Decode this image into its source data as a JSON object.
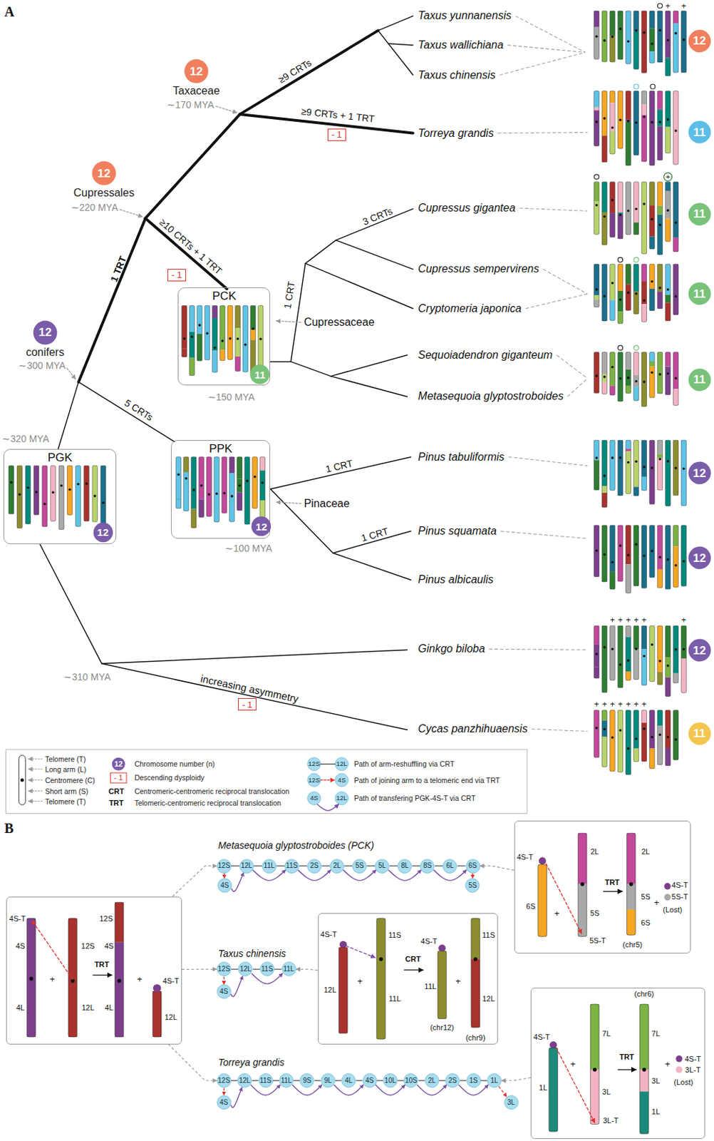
{
  "diagram": {
    "nodes": [
      {
        "text": [
          "12",
          "Taxaceae"
        ]
      },
      {
        "text": [
          "12"
        ]
      },
      {
        "text": [
          "11"
        ]
      },
      {
        "text": [
          "- 1"
        ]
      },
      {
        "text": [
          "12",
          "Cupressales"
        ]
      },
      {
        "text": [
          "11"
        ]
      },
      {
        "text": [
          "- 1"
        ]
      },
      {
        "text": [
          "11"
        ]
      },
      {
        "text": [
          "PCK"
        ]
      },
      {
        "text": [
          "11"
        ],
        "in": 8
      },
      {
        "text": [
          "12",
          "conifers"
        ]
      },
      {
        "text": [
          "11"
        ]
      },
      {
        "text": [
          "PPK"
        ]
      },
      {
        "text": [
          "12"
        ],
        "in": 12
      },
      {
        "text": [
          "PGK"
        ]
      },
      {
        "text": [
          "12"
        ],
        "in": 14
      },
      {
        "text": [
          "12"
        ]
      },
      {
        "text": [
          "12"
        ]
      },
      {
        "text": [
          "12"
        ]
      },
      {
        "text": [
          "- 1"
        ]
      },
      {
        "text": [
          "11"
        ]
      },
      {
        "text": [
          "4S-T",
          "6S",
          "+",
          "2L",
          "5S",
          "5S-T",
          "TRT",
          "2L",
          "5S",
          "6S",
          "(chr5)",
          "+",
          "4S-T",
          "5S-T",
          "(Lost)"
        ]
      },
      {
        "text": [
          "12S"
        ]
      },
      {
        "text": [
          "12L"
        ]
      },
      {
        "text": [
          "11L"
        ]
      },
      {
        "text": [
          "11S"
        ]
      },
      {
        "text": [
          "2S"
        ]
      },
      {
        "text": [
          "2L"
        ]
      },
      {
        "text": [
          "5S"
        ]
      },
      {
        "text": [
          "5L"
        ]
      },
      {
        "text": [
          "8L"
        ]
      },
      {
        "text": [
          "8S"
        ]
      },
      {
        "text": [
          "6L"
        ]
      },
      {
        "text": [
          "6S"
        ]
      },
      {
        "text": [
          "4S"
        ]
      },
      {
        "text": [
          "5S"
        ]
      },
      {
        "text": [
          "4S-T",
          "4S",
          "4L",
          "+",
          "12S",
          "12L",
          "TRT",
          "12S",
          "4S",
          "4L",
          "+",
          "4S-T",
          "12L"
        ]
      },
      {
        "text": [
          "4S-T",
          "12L",
          "+",
          "11S",
          "11L",
          "CRT",
          "4S-T",
          "11L",
          "(chr12)",
          "+",
          "11S",
          "12L",
          "(chr9)"
        ]
      },
      {
        "text": [
          "12S"
        ]
      },
      {
        "text": [
          "12L"
        ]
      },
      {
        "text": [
          "11S"
        ]
      },
      {
        "text": [
          "11L"
        ]
      },
      {
        "text": [
          "4S"
        ]
      },
      {
        "text": [
          "(chr6)",
          "4S-T",
          "1L",
          "+",
          "7L",
          "3L",
          "3L-T",
          "TRT",
          "7L",
          "3L",
          "1L",
          "+",
          "4S-T",
          "3L-T",
          "(Lost)"
        ]
      },
      {
        "text": [
          "12S"
        ]
      },
      {
        "text": [
          "12L"
        ]
      },
      {
        "text": [
          "11S"
        ]
      },
      {
        "text": [
          "11L"
        ]
      },
      {
        "text": [
          "9S"
        ]
      },
      {
        "text": [
          "9L"
        ]
      },
      {
        "text": [
          "4L"
        ]
      },
      {
        "text": [
          "4S"
        ]
      },
      {
        "text": [
          "10L"
        ]
      },
      {
        "text": [
          "10S"
        ]
      },
      {
        "text": [
          "2L"
        ]
      },
      {
        "text": [
          "2S"
        ]
      },
      {
        "text": [
          "1S"
        ]
      },
      {
        "text": [
          "1L"
        ]
      },
      {
        "text": [
          "4S"
        ]
      },
      {
        "text": [
          "3L"
        ]
      }
    ],
    "edges": [
      {
        "from": 22,
        "to": 23,
        "arrow": "none"
      },
      {
        "from": 23,
        "to": 24,
        "arrow": "none"
      },
      {
        "from": 24,
        "to": 25,
        "arrow": "none"
      },
      {
        "from": 25,
        "to": 26,
        "arrow": "none"
      },
      {
        "from": 26,
        "to": 27,
        "arrow": "none"
      },
      {
        "from": 27,
        "to": 28,
        "arrow": "none"
      },
      {
        "from": 28,
        "to": 29,
        "arrow": "none"
      },
      {
        "from": 29,
        "to": 30,
        "arrow": "none"
      },
      {
        "from": 30,
        "to": 31,
        "arrow": "none"
      },
      {
        "from": 31,
        "to": 32,
        "arrow": "none"
      },
      {
        "from": 32,
        "to": 33,
        "arrow": "none"
      },
      {
        "from": 22,
        "to": 34,
        "arrow": "to"
      },
      {
        "from": 33,
        "to": 35,
        "arrow": "to"
      },
      {
        "from": 34,
        "to": 23,
        "arrow": "to"
      },
      {
        "from": 23,
        "to": 25,
        "arrow": "to"
      },
      {
        "from": 25,
        "to": 27,
        "arrow": "to"
      },
      {
        "from": 27,
        "to": 29,
        "arrow": "to"
      },
      {
        "from": 29,
        "to": 31,
        "arrow": "to"
      },
      {
        "from": 31,
        "to": 33,
        "arrow": "to"
      },
      {
        "from": 38,
        "to": 39,
        "arrow": "none"
      },
      {
        "from": 39,
        "to": 40,
        "arrow": "none"
      },
      {
        "from": 40,
        "to": 41,
        "arrow": "none"
      },
      {
        "from": 38,
        "to": 42,
        "arrow": "to"
      },
      {
        "from": 42,
        "to": 39,
        "arrow": "to"
      },
      {
        "from": 39,
        "to": 41,
        "arrow": "to"
      },
      {
        "from": 44,
        "to": 45,
        "arrow": "none"
      },
      {
        "from": 45,
        "to": 46,
        "arrow": "none"
      },
      {
        "from": 46,
        "to": 47,
        "arrow": "none"
      },
      {
        "from": 47,
        "to": 48,
        "arrow": "none"
      },
      {
        "from": 48,
        "to": 49,
        "arrow": "none"
      },
      {
        "from": 49,
        "to": 50,
        "arrow": "none"
      },
      {
        "from": 50,
        "to": 51,
        "arrow": "none"
      },
      {
        "from": 51,
        "to": 52,
        "arrow": "none"
      },
      {
        "from": 52,
        "to": 53,
        "arrow": "none"
      },
      {
        "from": 53,
        "to": 54,
        "arrow": "none"
      },
      {
        "from": 54,
        "to": 55,
        "arrow": "none"
      },
      {
        "from": 55,
        "to": 56,
        "arrow": "none"
      },
      {
        "from": 56,
        "to": 57,
        "arrow": "none"
      },
      {
        "from": 44,
        "to": 58,
        "arrow": "to"
      },
      {
        "from": 57,
        "to": 59,
        "arrow": "to"
      },
      {
        "from": 58,
        "to": 45,
        "arrow": "to"
      },
      {
        "from": 45,
        "to": 47,
        "arrow": "to"
      },
      {
        "from": 47,
        "to": 49,
        "arrow": "to"
      },
      {
        "from": 49,
        "to": 51,
        "arrow": "to"
      },
      {
        "from": 51,
        "to": 53,
        "arrow": "to"
      },
      {
        "from": 53,
        "to": 55,
        "arrow": "to"
      },
      {
        "from": 55,
        "to": 57,
        "arrow": "to"
      },
      {
        "from": 36,
        "to": 22,
        "arrow": "to"
      },
      {
        "from": 36,
        "to": 38,
        "arrow": "to"
      },
      {
        "from": 36,
        "to": 44,
        "arrow": "to"
      },
      {
        "from": 21,
        "to": 33,
        "arrow": "to"
      },
      {
        "from": 37,
        "to": 41,
        "arrow": "to"
      },
      {
        "from": 43,
        "to": 57,
        "arrow": "to"
      }
    ],
    "labels": [
      "A",
      "Taxus yunnanensis",
      "Taxus wallichiana",
      "Taxus chinensis",
      "Torreya grandis",
      "Cupressus gigantea",
      "Cupressus sempervirens",
      "Cryptomeria japonica",
      "Sequoiadendron giganteum",
      "Metasequoia glyptostroboides",
      "Pinus tabuliformis",
      "Pinus squamata",
      "Pinus albicaulis",
      "Ginkgo biloba",
      "Cycas panzhihuaensis",
      "∼170 MYA",
      "∼220 MYA",
      "∼300 MYA",
      "∼320 MYA",
      "∼150 MYA",
      "∼100 MYA",
      "∼310 MYA",
      "≥9 CRTs",
      "≥9 CRTs + 1 TRT",
      "1 TRT",
      "≥10 CRTs + 1 TRT",
      "3 CRTs",
      "1 CRT",
      "Cupressaceae",
      "5 CRTs",
      "1 CRT",
      "Pinaceae",
      "1 CRT",
      "increasing asymmetry",
      "+",
      "+",
      "+",
      "+",
      "+",
      "+",
      "+",
      "+",
      "+",
      "+",
      "+",
      "+",
      "+",
      "+",
      "+",
      "+",
      "12",
      "- 1",
      "CRT",
      "TRT",
      "12S",
      "12L",
      "12S",
      "4S",
      "4S",
      "12L",
      "B",
      "Metasequoia glyptostroboides (PCK)",
      "Taxus chinensis",
      "Torreya grandis"
    ],
    "legend": [
      {
        "text": "Telomere (T)"
      },
      {
        "text": "Long arm (L)"
      },
      {
        "text": "Centromere (C)"
      },
      {
        "text": "Short arm (S)"
      },
      {
        "text": "Telomere (T)"
      },
      {
        "text": "Chromosome number (n)"
      },
      {
        "text": "Descending dysploidy"
      },
      {
        "text": "Centromeric-centromeric reciprocal translocation"
      },
      {
        "text": "Telomeric-centromeric reciprocal translocation"
      },
      {
        "text": "Path of arm-reshuffling via CRT"
      },
      {
        "text": "Path of joining arm to a telomeric end via TRT"
      },
      {
        "text": "Path of transfering PGK-4S-T via CRT"
      }
    ]
  }
}
